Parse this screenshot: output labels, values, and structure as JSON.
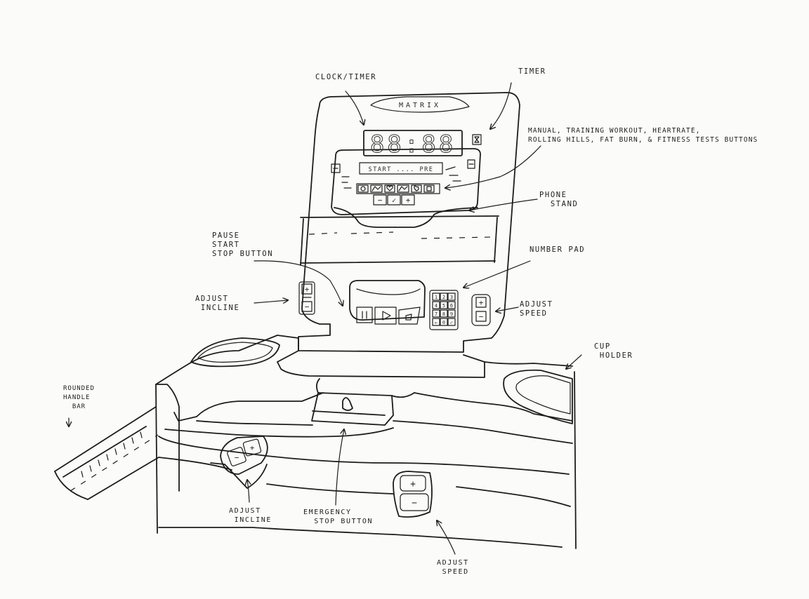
{
  "colors": {
    "ink": "#1d1d1d",
    "green_button": "#78a85a",
    "yellow_button": "#e5ec8f",
    "red_hatch": "#c96a6a",
    "paper": "#fbfbf9"
  },
  "console": {
    "brand": "MATRIX",
    "clock_display": "88:88",
    "message_display": "START .... PRE",
    "program_icons": [
      "timer-icon",
      "hills-icon",
      "heart-icon",
      "mountain-icon",
      "fat-burn-icon",
      "fitness-test-icon"
    ],
    "value_buttons": [
      "−",
      "✓",
      "+"
    ],
    "transport_icons": [
      "pause-icon",
      "play-icon",
      "stop-icon"
    ],
    "number_pad_keys": [
      "1",
      "2",
      "3",
      "4",
      "5",
      "6",
      "7",
      "8",
      "9",
      "←",
      "0",
      "✓"
    ],
    "incline_keys": [
      "+",
      "−"
    ],
    "speed_keys": [
      "+",
      "−"
    ],
    "handlebar_keys": [
      "+",
      "−"
    ]
  },
  "labels": {
    "clock_timer": "CLOCK/TIMER",
    "timer": "TIMER",
    "programs": "MANUAL, TRAINING WORKOUT, HEARTRATE,\nROLLING HILLS, FAT BURN, & FITNESS TESTS BUTTONS",
    "phone_stand": "PHONE\n  STAND",
    "pause_start_stop": "PAUSE\nSTART\nSTOP BUTTON",
    "number_pad": "NUMBER PAD",
    "adjust_incline_console": "ADJUST\n INCLINE",
    "adjust_speed_console": "ADJUST\nSPEED",
    "cup_holder": "CUP\n HOLDER",
    "rounded_handle_bar": "ROUNDED\nHANDLE\n  BAR",
    "adjust_incline_handle": "ADJUST\n INCLINE",
    "emergency_stop": "EMERGENCY\n  STOP BUTTON",
    "adjust_speed_handle": "ADJUST\n SPEED"
  }
}
